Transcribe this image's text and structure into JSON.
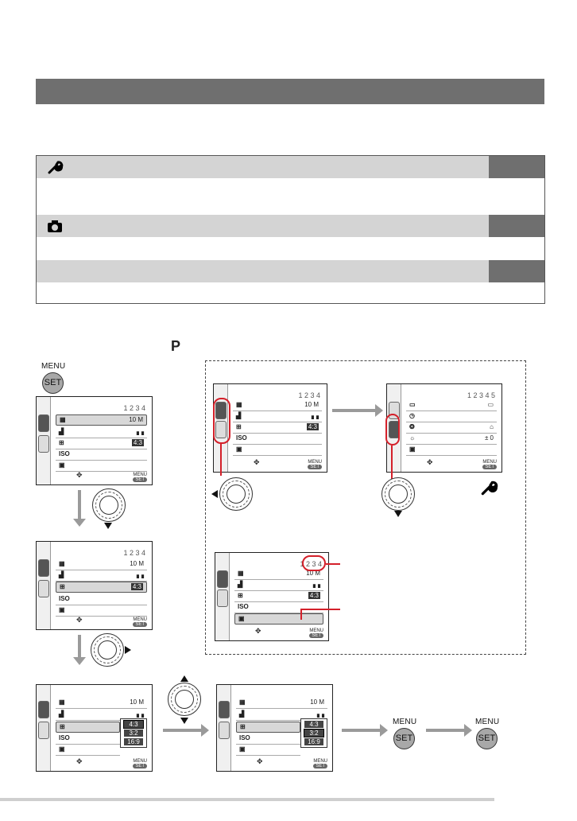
{
  "page": {
    "p_mode_symbol": "P"
  },
  "menu_table": {
    "rows": [
      {
        "icon": "wrench-icon"
      },
      {
        "icon": "camera-icon"
      },
      {
        "icon": ""
      }
    ]
  },
  "menu_set_button": {
    "top_label": "MENU",
    "button_label": "SET"
  },
  "screens": {
    "rec_menu": {
      "pages": "1 2 3 4",
      "items": [
        {
          "icon": "picture-quality-icon",
          "value": "10 M"
        },
        {
          "icon": "quality-icon",
          "value": "▗▗"
        },
        {
          "icon": "aspect-icon",
          "value": "4:3"
        },
        {
          "icon": "iso-icon",
          "value": ""
        },
        {
          "icon": "iso-limit-icon",
          "value": ""
        }
      ]
    },
    "setup_menu": {
      "pages": "1 2 3 4 5",
      "items": [
        {
          "icon": "battery-icon",
          "value": ""
        },
        {
          "icon": "clock-icon",
          "value": ""
        },
        {
          "icon": "world-time-icon",
          "value": "⌂"
        },
        {
          "icon": "monitor-icon",
          "value": "± 0"
        },
        {
          "icon": "lcd-mode-icon",
          "value": ""
        }
      ]
    },
    "aspect_options": [
      "4:3",
      "3:2",
      "16:9"
    ]
  }
}
